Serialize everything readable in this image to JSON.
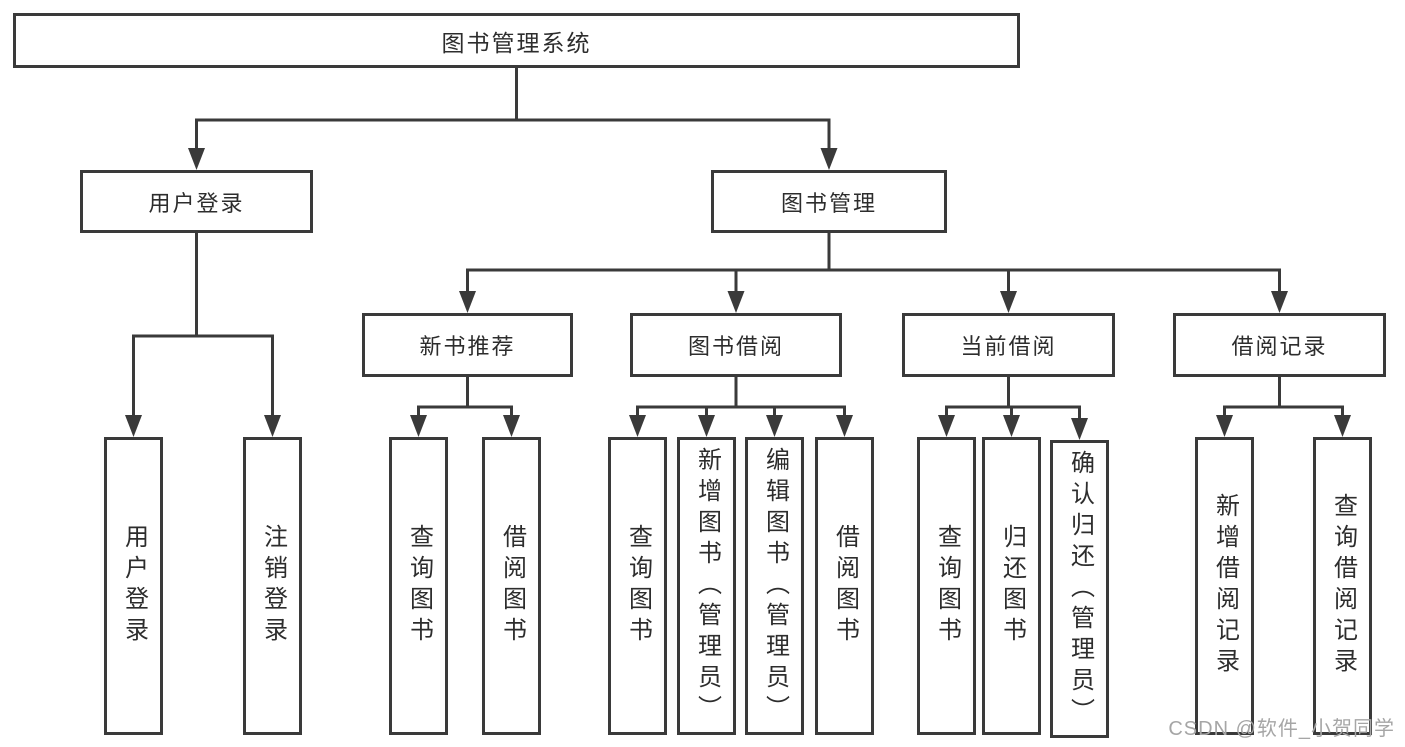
{
  "tree": {
    "root": {
      "label": "图书管理系统"
    },
    "children": [
      {
        "label": "用户登录",
        "leaves": [
          "用户登录",
          "注销登录"
        ]
      },
      {
        "label": "图书管理",
        "children": [
          {
            "label": "新书推荐",
            "leaves": [
              "查询图书",
              "借阅图书"
            ]
          },
          {
            "label": "图书借阅",
            "leaves": [
              "查询图书",
              "新增图书（管理员）",
              "编辑图书（管理员）",
              "借阅图书"
            ]
          },
          {
            "label": "当前借阅",
            "leaves": [
              "查询图书",
              "归还图书",
              "确认归还（管理员）"
            ]
          },
          {
            "label": "借阅记录",
            "leaves": [
              "新增借阅记录",
              "查询借阅记录"
            ]
          }
        ]
      }
    ]
  },
  "watermark": {
    "text": "CSDN @软件_小贺同学"
  },
  "colors": {
    "line": "#3a3a3a",
    "text": "#2d2d2d",
    "background": "#ffffff",
    "watermark": "#a6a6a6"
  }
}
